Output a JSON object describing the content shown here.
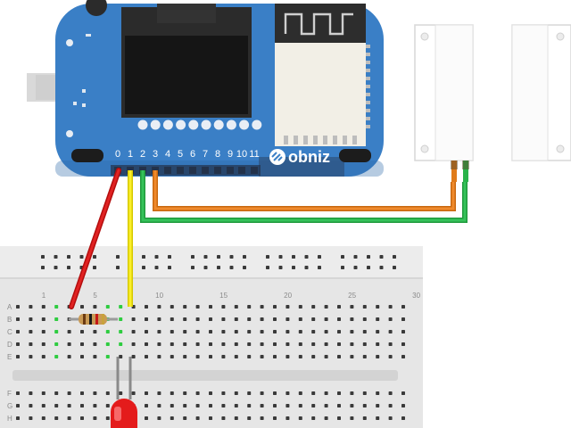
{
  "board": {
    "brand": "obniz",
    "pin_labels": [
      "0",
      "1",
      "2",
      "3",
      "4",
      "5",
      "6",
      "7",
      "8",
      "9",
      "10",
      "11"
    ],
    "colors": {
      "body": "#3a7fc6",
      "body_edge": "#2f6aa8",
      "screen": "#2b2b2b",
      "module": "#f2efe6",
      "pcb_dark": "#1f2a38"
    }
  },
  "breadboard": {
    "row_labels_top": [
      "A",
      "B",
      "C",
      "D",
      "E"
    ],
    "row_labels_bottom": [
      "F",
      "G",
      "H"
    ],
    "column_numbers": [
      "1",
      "5",
      "10",
      "15",
      "20",
      "25",
      "30"
    ],
    "colors": {
      "body": "#e6e6e6",
      "hole": "#3a3a3a",
      "active_hole": "#2ecc40",
      "channel": "#d0d0d0"
    }
  },
  "wires": [
    {
      "name": "wire-red",
      "from": "pin 0",
      "to": "breadboard A4",
      "color": "#cc1111"
    },
    {
      "name": "wire-yellow",
      "from": "pin 1",
      "to": "breadboard A9",
      "color": "#f2e600"
    },
    {
      "name": "wire-green",
      "from": "pin 2",
      "to": "reed switch pin 2",
      "color": "#29b34a"
    },
    {
      "name": "wire-orange",
      "from": "pin 3",
      "to": "reed switch pin 1",
      "color": "#e07b1a"
    }
  ],
  "components": [
    {
      "name": "resistor",
      "type": "resistor",
      "color": "#c99a55"
    },
    {
      "name": "led",
      "type": "red LED",
      "color": "#e41b1b"
    },
    {
      "name": "reed-switch",
      "type": "door sensor (magnetic reed switch)",
      "color": "#ffffff"
    },
    {
      "name": "magnet",
      "type": "door sensor magnet",
      "color": "#ffffff"
    }
  ]
}
